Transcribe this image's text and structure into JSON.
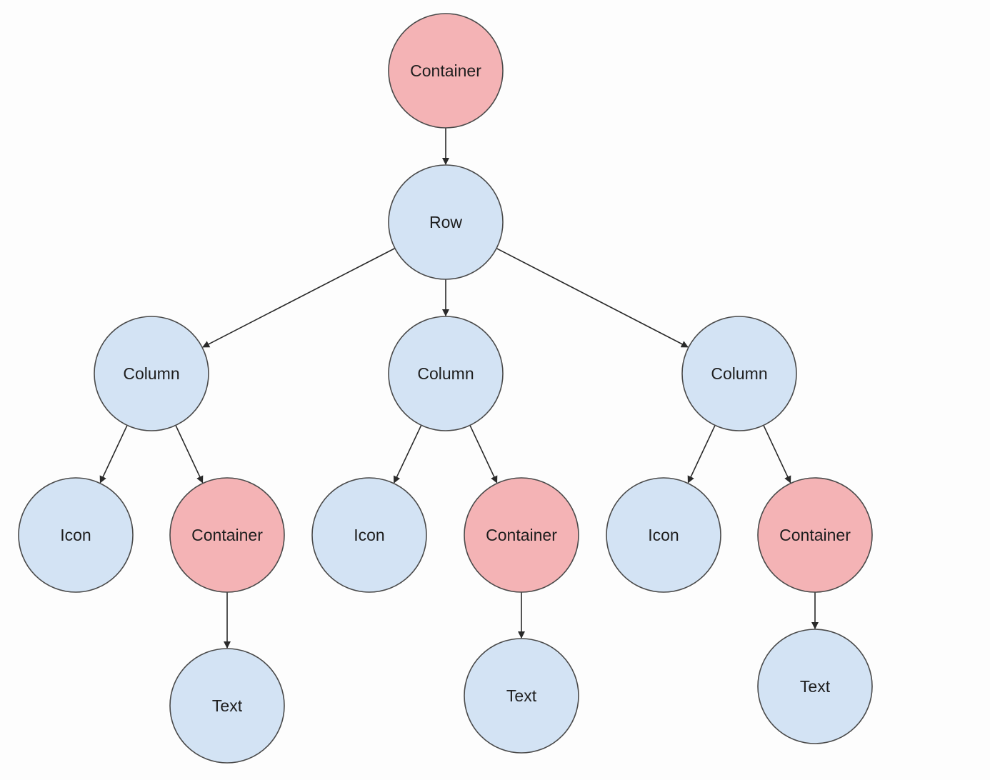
{
  "colors": {
    "container_fill": "#f4b3b5",
    "widget_fill": "#d3e3f4",
    "stroke": "#4a4a4a",
    "edge": "#2a2a2a"
  },
  "nodes": [
    {
      "id": "container-root",
      "label": "Container",
      "kind": "container"
    },
    {
      "id": "row",
      "label": "Row",
      "kind": "widget"
    },
    {
      "id": "column-1",
      "label": "Column",
      "kind": "widget"
    },
    {
      "id": "column-2",
      "label": "Column",
      "kind": "widget"
    },
    {
      "id": "column-3",
      "label": "Column",
      "kind": "widget"
    },
    {
      "id": "icon-1",
      "label": "Icon",
      "kind": "widget"
    },
    {
      "id": "container-1",
      "label": "Container",
      "kind": "container"
    },
    {
      "id": "icon-2",
      "label": "Icon",
      "kind": "widget"
    },
    {
      "id": "container-2",
      "label": "Container",
      "kind": "container"
    },
    {
      "id": "icon-3",
      "label": "Icon",
      "kind": "widget"
    },
    {
      "id": "container-3",
      "label": "Container",
      "kind": "container"
    },
    {
      "id": "text-1",
      "label": "Text",
      "kind": "widget"
    },
    {
      "id": "text-2",
      "label": "Text",
      "kind": "widget"
    },
    {
      "id": "text-3",
      "label": "Text",
      "kind": "widget"
    }
  ],
  "edges": [
    {
      "from": "container-root",
      "to": "row"
    },
    {
      "from": "row",
      "to": "column-1"
    },
    {
      "from": "row",
      "to": "column-2"
    },
    {
      "from": "row",
      "to": "column-3"
    },
    {
      "from": "column-1",
      "to": "icon-1"
    },
    {
      "from": "column-1",
      "to": "container-1"
    },
    {
      "from": "column-2",
      "to": "icon-2"
    },
    {
      "from": "column-2",
      "to": "container-2"
    },
    {
      "from": "column-3",
      "to": "icon-3"
    },
    {
      "from": "column-3",
      "to": "container-3"
    },
    {
      "from": "container-1",
      "to": "text-1"
    },
    {
      "from": "container-2",
      "to": "text-2"
    },
    {
      "from": "container-3",
      "to": "text-3"
    }
  ]
}
